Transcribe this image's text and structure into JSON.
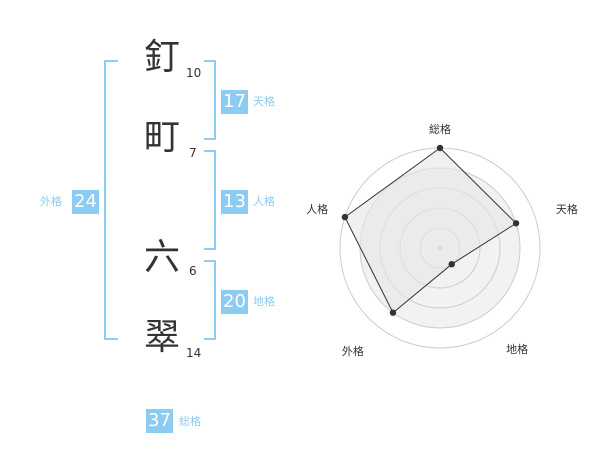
{
  "characters": [
    {
      "char": "釘",
      "strokes": "10"
    },
    {
      "char": "町",
      "strokes": "7"
    },
    {
      "char": "六",
      "strokes": "6"
    },
    {
      "char": "翠",
      "strokes": "14"
    }
  ],
  "fortunes": {
    "tenkaku": {
      "value": "17",
      "label": "天格"
    },
    "jinkaku": {
      "value": "13",
      "label": "人格"
    },
    "chikaku": {
      "value": "20",
      "label": "地格"
    },
    "gaikaku": {
      "value": "24",
      "label": "外格"
    },
    "soukaku": {
      "value": "37",
      "label": "総格"
    }
  },
  "chart_data": {
    "type": "radar",
    "axes": [
      "総格",
      "天格",
      "地格",
      "外格",
      "人格"
    ],
    "values": [
      5,
      4,
      1,
      4,
      5
    ],
    "max": 5,
    "rings": 5,
    "colors": {
      "fill": "#f2f2f2",
      "line": "#333333",
      "grid": "#cccccc"
    }
  }
}
